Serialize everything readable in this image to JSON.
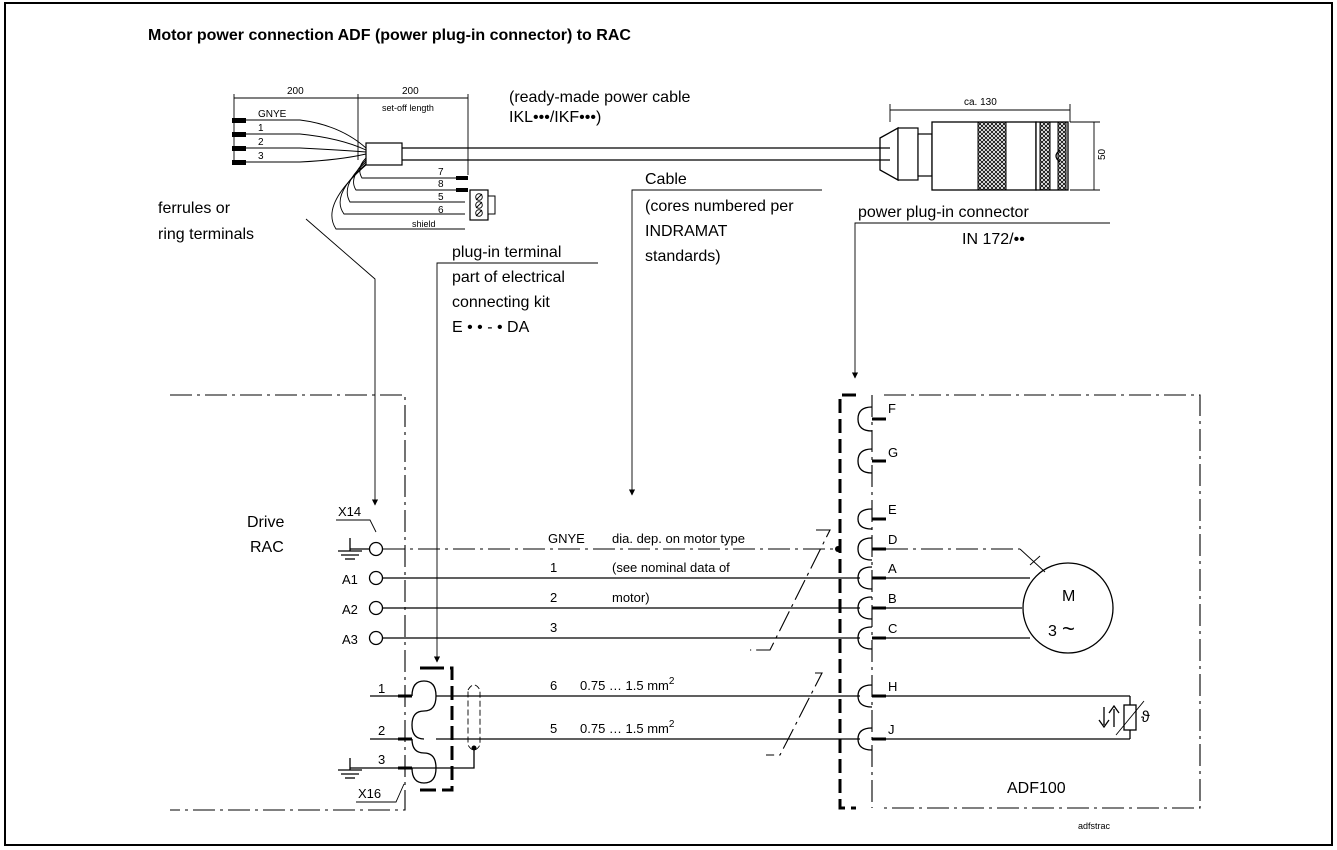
{
  "title": "Motor power connection ADF (power plug-in connector) to RAC",
  "dimensions": {
    "left_length": "200",
    "setoff_length": "200",
    "setoff_label": "set-off length",
    "connector_length": "ca. 130",
    "connector_height": "50"
  },
  "cable_top": {
    "ready_made_line1": "(ready-made power cable",
    "ready_made_line2": "IKL•••/IKF•••)",
    "core_labels": [
      "GNYE",
      "1",
      "2",
      "3"
    ],
    "control_core_labels": [
      "7",
      "8",
      "5",
      "6"
    ],
    "shield": "shield"
  },
  "callouts": {
    "ferrules_line1": "ferrules or",
    "ferrules_line2": "ring terminals",
    "terminal_line1": "plug-in terminal",
    "terminal_line2": "part of electrical",
    "terminal_line3": "connecting kit",
    "terminal_line4": "E • • - • DA",
    "cable_line1": "Cable",
    "cable_line2": "(cores numbered per",
    "cable_line3": "INDRAMAT",
    "cable_line4": "standards)",
    "plug_line1": "power plug-in connector",
    "plug_line2": "IN 172/••"
  },
  "drive": {
    "name_line1": "Drive",
    "name_line2": "RAC",
    "x14": "X14",
    "x16": "X16",
    "terminals": [
      "A1",
      "A2",
      "A3"
    ],
    "x16_pins": [
      "1",
      "2",
      "3"
    ]
  },
  "wires": {
    "gnye": "GNYE",
    "gnye_note": "dia. dep. on motor type",
    "w1": "1",
    "w1_note": "(see nominal data of",
    "w2": "2",
    "w2_note": "motor)",
    "w3": "3",
    "w6": "6",
    "w5": "5",
    "cross_section": "0.75 … 1.5 mm",
    "cross_section_exp": "2"
  },
  "plug_pins": [
    "F",
    "G",
    "E",
    "D",
    "A",
    "B",
    "C",
    "H",
    "J"
  ],
  "motor": {
    "label": "M",
    "phases": "3",
    "ac_symbol": "~",
    "thermal_symbol": "ϑ",
    "model": "ADF100"
  },
  "figure_id": "adfstrac"
}
